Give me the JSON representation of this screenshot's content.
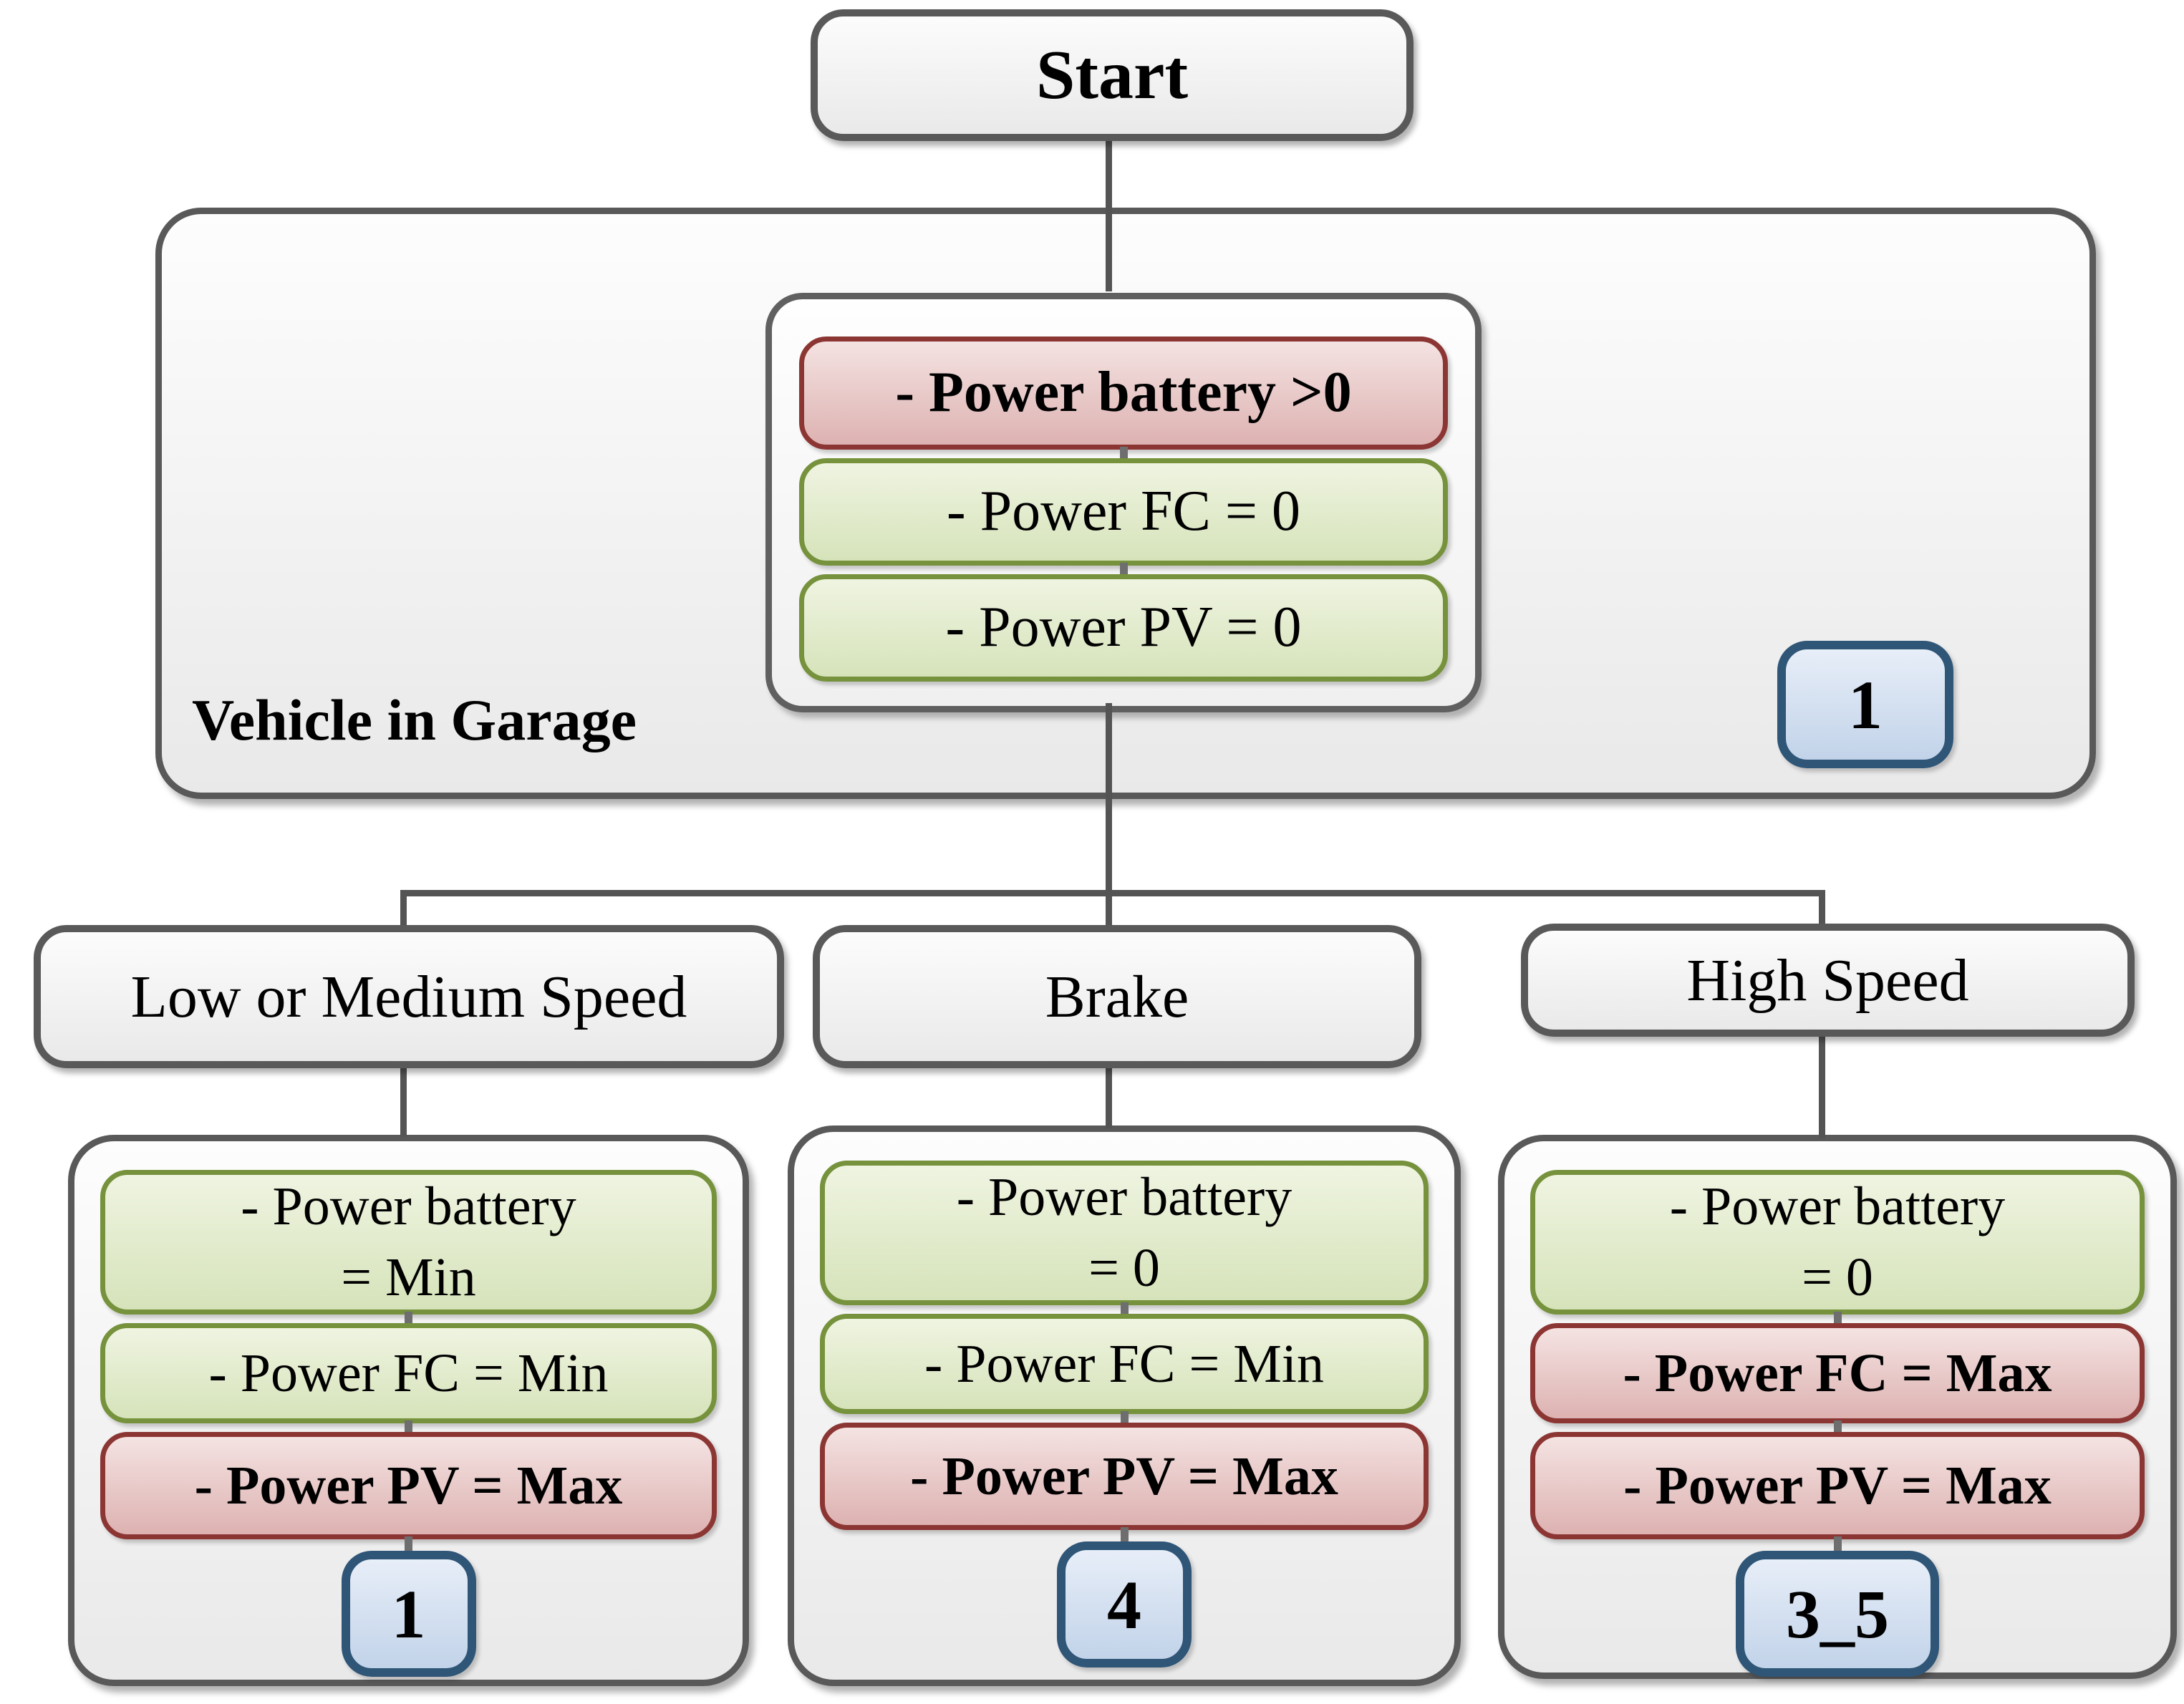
{
  "palette": {
    "line": "#545454",
    "frame_border": "#595959",
    "green_border": "#76923c",
    "green_fill": "#d6e3ba",
    "red_border": "#8c3634",
    "red_fill": "#ddb2b1",
    "blue_border": "#2f5577",
    "blue_fill": "#c2d3e9"
  },
  "start": {
    "label": "Start"
  },
  "garage": {
    "label": "Vehicle in Garage",
    "badge": "1",
    "conditions": [
      {
        "text": "- Power battery >0",
        "type": "red"
      },
      {
        "text": "- Power FC = 0",
        "type": "green"
      },
      {
        "text": "- Power PV = 0",
        "type": "green"
      }
    ]
  },
  "branches": [
    {
      "header": "Low or Medium Speed",
      "badge": "1",
      "conditions": [
        {
          "line1": "- Power battery",
          "line2": "= Min",
          "type": "green"
        },
        {
          "line1": "- Power FC = Min",
          "line2": "",
          "type": "green"
        },
        {
          "line1": "- Power PV = Max",
          "line2": "",
          "type": "red"
        }
      ]
    },
    {
      "header": "Brake",
      "badge": "4",
      "conditions": [
        {
          "line1": "- Power battery",
          "line2": "= 0",
          "type": "green"
        },
        {
          "line1": "- Power FC = Min",
          "line2": "",
          "type": "green"
        },
        {
          "line1": "- Power PV = Max",
          "line2": "",
          "type": "red"
        }
      ]
    },
    {
      "header": "High Speed",
      "badge": "3_5",
      "conditions": [
        {
          "line1": "- Power battery",
          "line2": "= 0",
          "type": "green"
        },
        {
          "line1": "- Power FC = Max",
          "line2": "",
          "type": "red"
        },
        {
          "line1": "- Power PV = Max",
          "line2": "",
          "type": "red"
        }
      ]
    }
  ]
}
